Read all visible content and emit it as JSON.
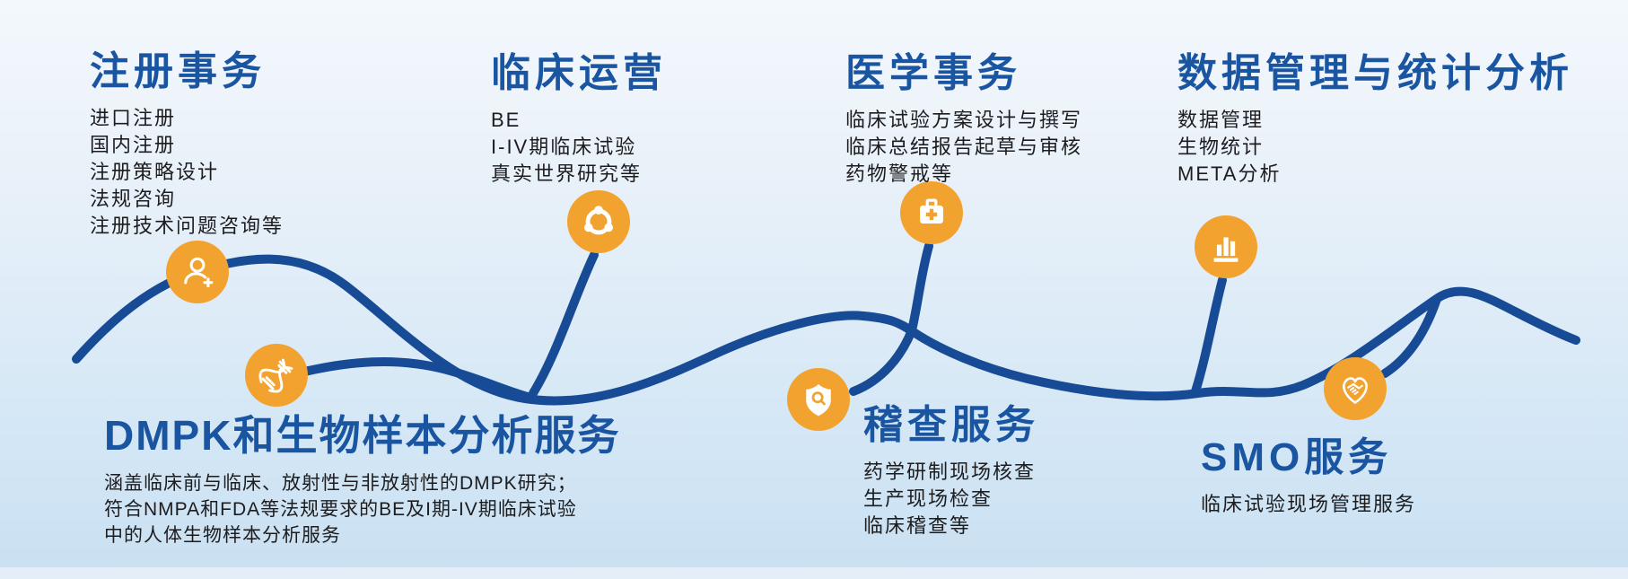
{
  "palette": {
    "line_blue": "#174b96",
    "title_blue": "#1a55a2",
    "icon_orange": "#f2a22e",
    "body_text": "#1d1d1f",
    "background_top": "#f3f8fc",
    "background_bottom": "#c9e0f2"
  },
  "sections": [
    {
      "id": "registration",
      "title": "注册事务",
      "items": [
        "进口注册",
        "国内注册",
        "注册策略设计",
        "法规咨询",
        "注册技术问题咨询等"
      ],
      "icon": "user-plus-icon"
    },
    {
      "id": "clinical-operations",
      "title": "临床运营",
      "items": [
        "BE",
        "I-IV期临床试验",
        "真实世界研究等"
      ],
      "icon": "network-icon"
    },
    {
      "id": "medical-affairs",
      "title": "医学事务",
      "items": [
        "临床试验方案设计与撰写",
        "临床总结报告起草与审核",
        "药物警戒等"
      ],
      "icon": "medical-kit-icon"
    },
    {
      "id": "data-management-statistics",
      "title": "数据管理与统计分析",
      "items": [
        "数据管理",
        "生物统计",
        "META分析"
      ],
      "icon": "bar-chart-icon"
    },
    {
      "id": "dmpk-bioanalysis",
      "title": "DMPK和生物样本分析服务",
      "items": [
        "涵盖临床前与临床、放射性与非放射性的DMPK研究；",
        "符合NMPA和FDA等法规要求的BE及I期-IV期临床试验",
        "中的人体生物样本分析服务"
      ],
      "icon": "dna-icon"
    },
    {
      "id": "audit-services",
      "title": "稽查服务",
      "items": [
        "药学研制现场核查",
        "生产现场检查",
        "临床稽查等"
      ],
      "icon": "shield-search-icon"
    },
    {
      "id": "smo-services",
      "title": "SMO服务",
      "items": [
        "临床试验现场管理服务"
      ],
      "icon": "heart-handshake-icon"
    }
  ]
}
